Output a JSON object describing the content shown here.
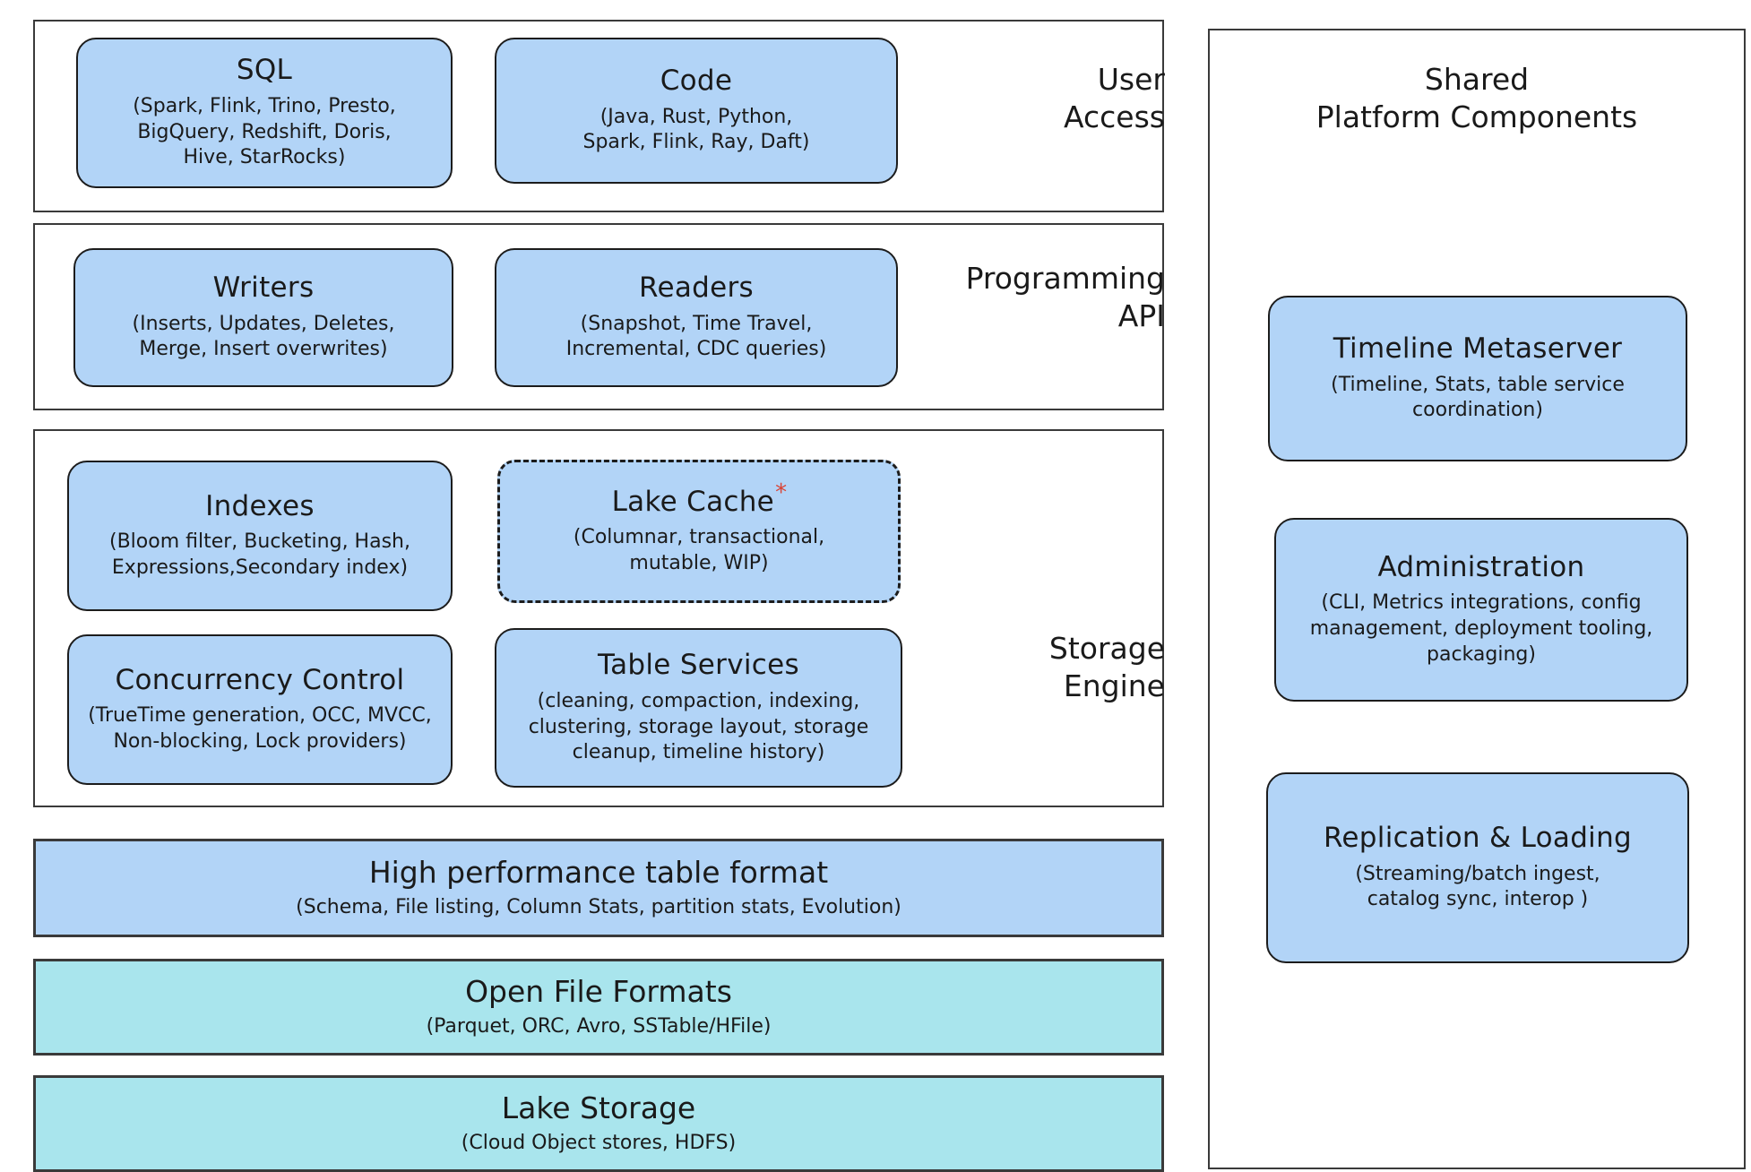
{
  "diagram": {
    "title_left_sections": [
      "User\nAccess",
      "Programming\nAPI",
      "Storage\nEngine"
    ],
    "left": {
      "user_access": {
        "label": "User\nAccess",
        "nodes": [
          {
            "title": "SQL",
            "subtitle": "(Spark, Flink, Trino, Presto,\nBigQuery, Redshift, Doris,\nHive, StarRocks)"
          },
          {
            "title": "Code",
            "subtitle": "(Java, Rust, Python,\nSpark, Flink, Ray, Daft)"
          }
        ]
      },
      "programming_api": {
        "label": "Programming\nAPI",
        "nodes": [
          {
            "title": "Writers",
            "subtitle": "(Inserts, Updates, Deletes,\nMerge, Insert overwrites)"
          },
          {
            "title": "Readers",
            "subtitle": "(Snapshot, Time Travel,\nIncremental, CDC queries)"
          }
        ]
      },
      "storage_engine": {
        "label": "Storage\nEngine",
        "nodes": [
          {
            "title": "Indexes",
            "subtitle": "(Bloom filter, Bucketing, Hash,\nExpressions,Secondary index)"
          },
          {
            "title": "Lake Cache",
            "marker": "*",
            "subtitle": "(Columnar, transactional,\nmutable, WIP)"
          },
          {
            "title": "Concurrency Control",
            "subtitle": "(TrueTime generation, OCC, MVCC,\nNon-blocking, Lock providers)"
          },
          {
            "title": "Table Services",
            "subtitle": "(cleaning, compaction, indexing,\nclustering, storage layout, storage\ncleanup, timeline history)"
          }
        ]
      },
      "bars": [
        {
          "title": "High performance table format",
          "subtitle": "(Schema, File listing, Column Stats, partition stats, Evolution)",
          "color": "#b2d4f7"
        },
        {
          "title": "Open File Formats",
          "subtitle": "(Parquet, ORC, Avro, SSTable/HFile)",
          "color": "#a9e5ed"
        },
        {
          "title": "Lake Storage",
          "subtitle": "(Cloud Object stores, HDFS)",
          "color": "#a9e5ed"
        }
      ]
    },
    "right": {
      "panel_title": "Shared\nPlatform Components",
      "nodes": [
        {
          "title": "Timeline Metaserver",
          "subtitle": "(Timeline, Stats, table service\ncoordination)"
        },
        {
          "title": "Administration",
          "subtitle": "(CLI, Metrics integrations, config\nmanagement, deployment tooling,\npackaging)"
        },
        {
          "title": "Replication & Loading",
          "subtitle": "(Streaming/batch ingest,\ncatalog sync, interop )"
        }
      ]
    },
    "colors": {
      "node_blue": "#b2d4f7",
      "bar_cyan": "#a9e5ed",
      "stroke": "#1c1c1c",
      "outline": "#3a3a3a",
      "marker_red": "#d94436",
      "background": "#ffffff"
    }
  }
}
